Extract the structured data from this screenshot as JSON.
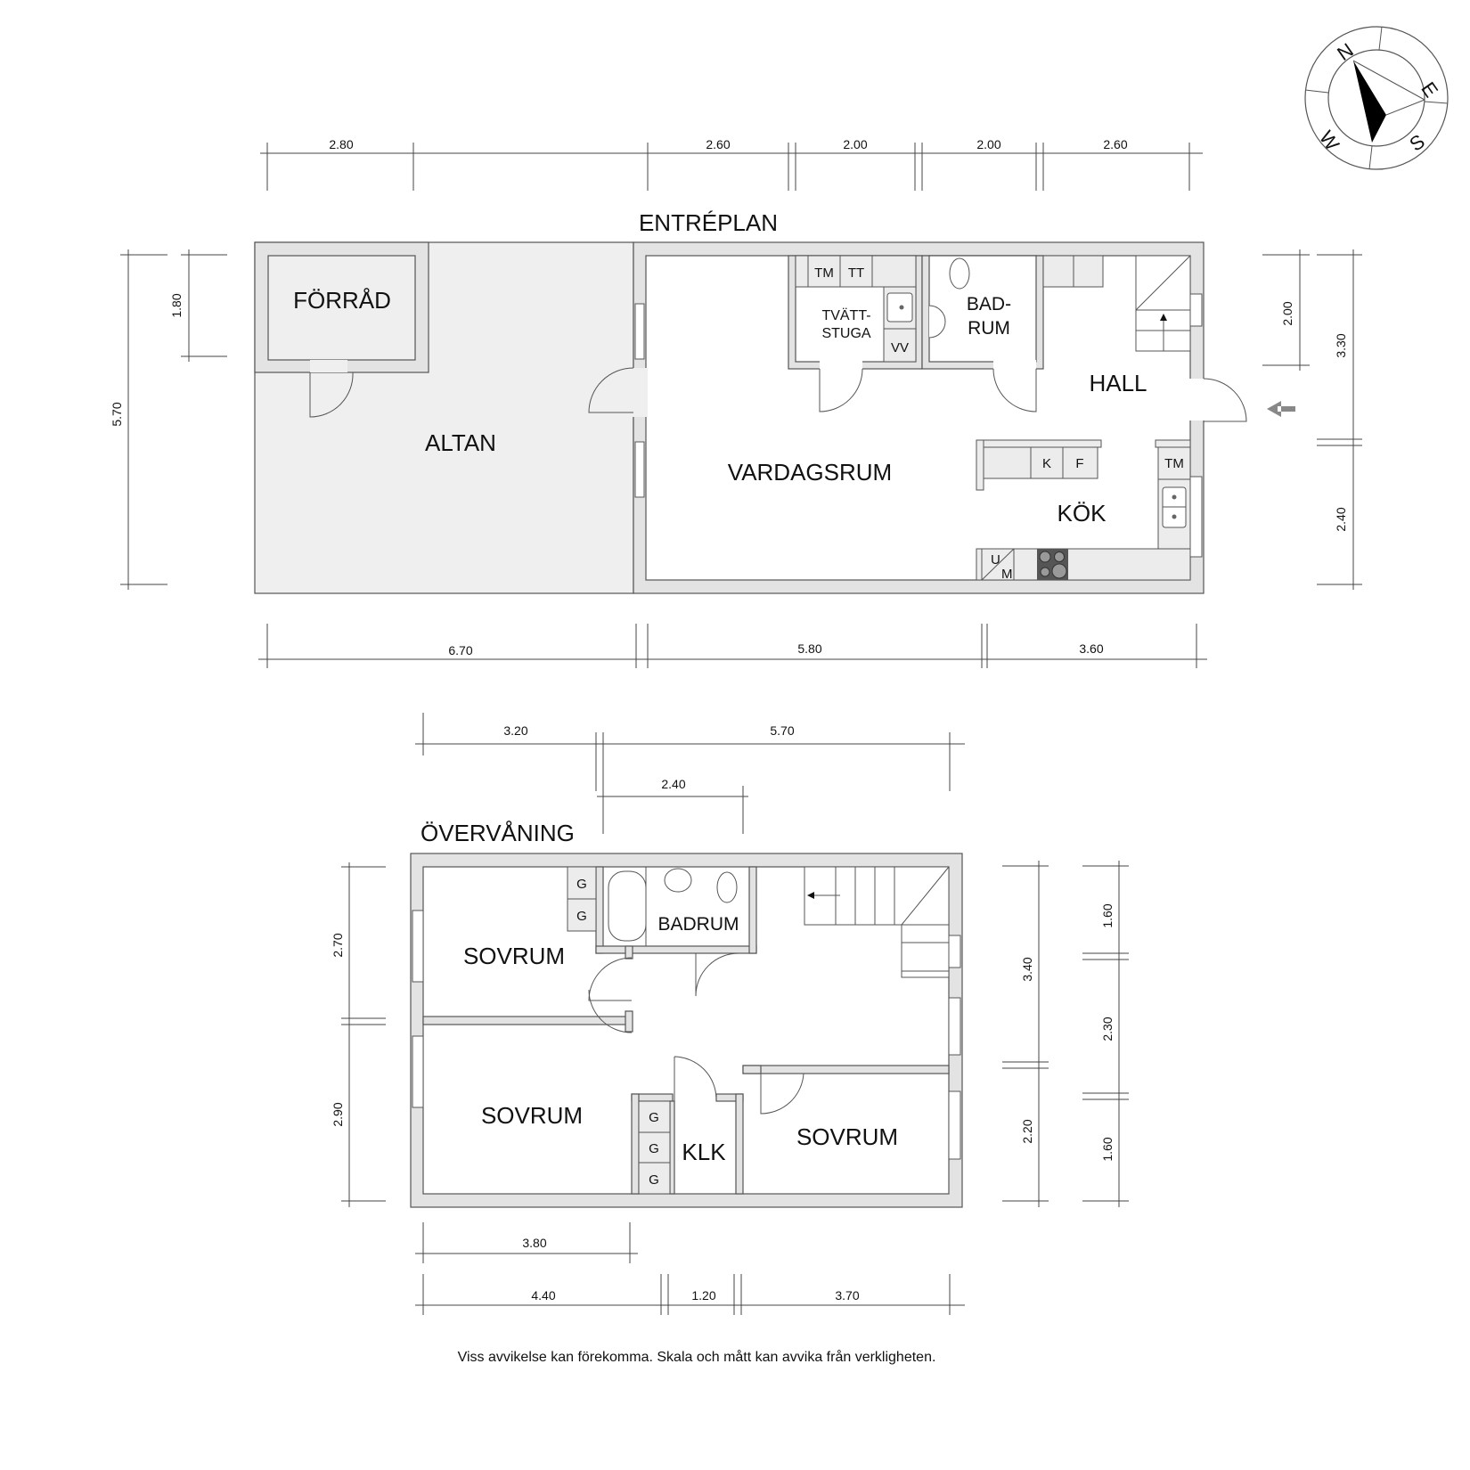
{
  "compass": {
    "labels": {
      "n": "N",
      "e": "E",
      "s": "S",
      "w": "W"
    }
  },
  "ground_floor": {
    "title": "ENTRÉPLAN",
    "top_dims": [
      "2.80",
      "2.60",
      "2.00",
      "2.00",
      "2.60"
    ],
    "bottom_dims": [
      "6.70",
      "5.80",
      "3.60"
    ],
    "left_dims": {
      "total": "5.70",
      "storage": "1.80"
    },
    "right_dims": {
      "hall": "2.00",
      "upper": "3.30",
      "lower": "2.40"
    },
    "rooms": {
      "storage": "FÖRRÅD",
      "terrace": "ALTAN",
      "living": "VARDAGSRUM",
      "laundry_line1": "TVÄTT-",
      "laundry_line2": "STUGA",
      "bath_line1": "BAD-",
      "bath_line2": "RUM",
      "hall": "HALL",
      "kitchen": "KÖK"
    },
    "fixtures": {
      "washer": "TM",
      "dryer": "TT",
      "water_heater": "VV",
      "fridge": "K",
      "freezer": "F",
      "dishwasher": "TM",
      "oven_u": "U",
      "oven_m": "M"
    }
  },
  "upper_floor": {
    "title": "ÖVERVÅNING",
    "top_dims": [
      "3.20",
      "5.70",
      "2.40"
    ],
    "bottom_dims": {
      "inner": "3.80",
      "parts": [
        "4.40",
        "1.20",
        "3.70"
      ]
    },
    "left_dims": [
      "2.70",
      "2.90"
    ],
    "right_dims_outer": [
      "3.40",
      "2.20"
    ],
    "right_dims_inner": [
      "1.60",
      "2.30",
      "1.60"
    ],
    "rooms": {
      "bedroom1": "SOVRUM",
      "bedroom2": "SOVRUM",
      "bedroom3": "SOVRUM",
      "bath": "BADRUM",
      "closet": "KLK"
    },
    "wardrobe_label": "G"
  },
  "disclaimer": "Viss avvikelse kan förekomma. Skala och mått kan avvika från verkligheten."
}
